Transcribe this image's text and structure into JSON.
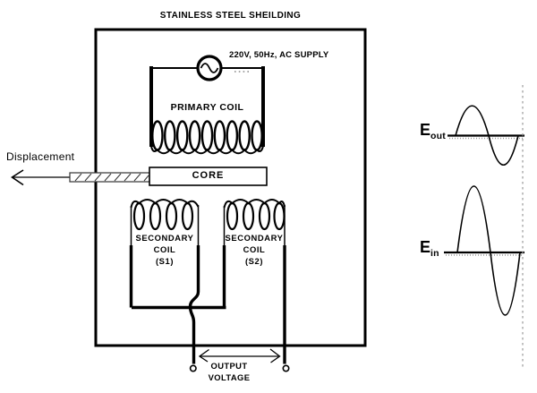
{
  "diagram": {
    "title": "STAINLESS STEEL SHEILDING",
    "supply": "220V, 50Hz, AC SUPPLY",
    "primary_coil": "PRIMARY COIL",
    "core": "CORE",
    "displacement": "Displacement",
    "secondary_s1": {
      "l1": "SECONDARY",
      "l2": "COIL",
      "l3": "(S1)"
    },
    "secondary_s2": {
      "l1": "SECONDARY",
      "l2": "COIL",
      "l3": "(S2)"
    },
    "output_voltage": {
      "l1": "OUTPUT",
      "l2": "VOLTAGE"
    }
  },
  "waveforms": {
    "eout": {
      "symbol": "E",
      "subscript": "out"
    },
    "ein": {
      "symbol": "E",
      "subscript": "in"
    }
  },
  "icons": {
    "ac_source": "sine-wave-in-circle",
    "displacement_arrow": "open-left-arrow",
    "output_arrow": "double-headed-arrow",
    "terminals": "open-circles",
    "core_rod": "hatched-rod"
  },
  "colors": {
    "line": "#000000",
    "background": "#ffffff",
    "guide_dash": "#999999"
  }
}
